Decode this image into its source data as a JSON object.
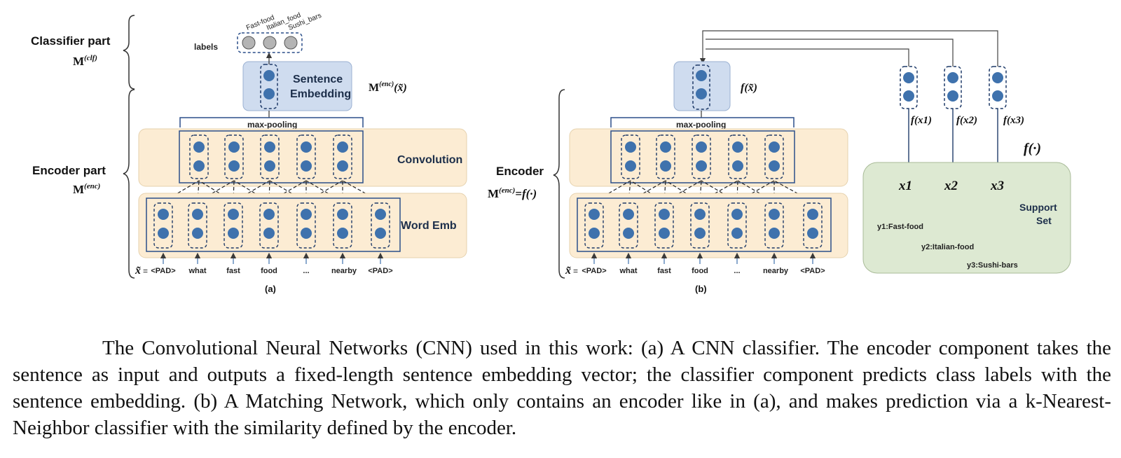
{
  "panel_a": {
    "classifier_part": "Classifier part",
    "m_clf": "M",
    "m_clf_sup": "(clf)",
    "labels": "labels",
    "classes": [
      "Fast-food",
      "Italian_food",
      "Sushi_bars"
    ],
    "sentence_embedding_1": "Sentence",
    "sentence_embedding_2": "Embedding",
    "m_enc_x": "M",
    "m_enc_x_sup": "(enc)",
    "m_enc_x_arg": "(x̃)",
    "max_pooling": "max-pooling",
    "convolution": "Convolution",
    "encoder_part": "Encoder part",
    "m_enc": "M",
    "m_enc_sup": "(enc)",
    "word_emb": "Word Emb",
    "x_tilde": "x̃",
    "tokens": [
      "<PAD>",
      "what",
      "fast",
      "food",
      "...",
      "nearby",
      "<PAD>"
    ],
    "caption_label": "(a)"
  },
  "panel_b": {
    "fx_tilde": "f(x̃)",
    "max_pooling": "max-pooling",
    "encoder": "Encoder",
    "m_enc_eq": "M",
    "m_enc_eq_sup": "(enc)",
    "m_enc_eq_tail": "=f(·)",
    "x_tilde": "x̃",
    "tokens": [
      "<PAD>",
      "what",
      "fast",
      "food",
      "...",
      "nearby",
      "<PAD>"
    ],
    "f_x": [
      "f(x1)",
      "f(x2)",
      "f(x3)"
    ],
    "f_dot": "f(·)",
    "x_vars": [
      "x1",
      "x2",
      "x3"
    ],
    "support_set_1": "Support",
    "support_set_2": "Set",
    "y_labels": [
      "y1:Fast-food",
      "y2:Italian-food",
      "y3:Sushi-bars"
    ],
    "caption_label": "(b)"
  },
  "caption": "The Convolutional Neural Networks (CNN) used in this work: (a) A CNN classifier. The encoder component takes the sentence as input and outputs a fixed-length sentence embedding vector; the classifier component predicts class labels with the sentence embedding. (b) A Matching Network, which only contains an encoder like in (a), and makes prediction via a k-Nearest-Neighbor classifier with the similarity defined by the encoder.",
  "colors": {
    "node": "#3f72ad",
    "orange_bg": "#fcecd3",
    "blue_bg": "#cfdcef",
    "green_bg": "#dde9d2",
    "grey_node": "#b4b4b4"
  }
}
